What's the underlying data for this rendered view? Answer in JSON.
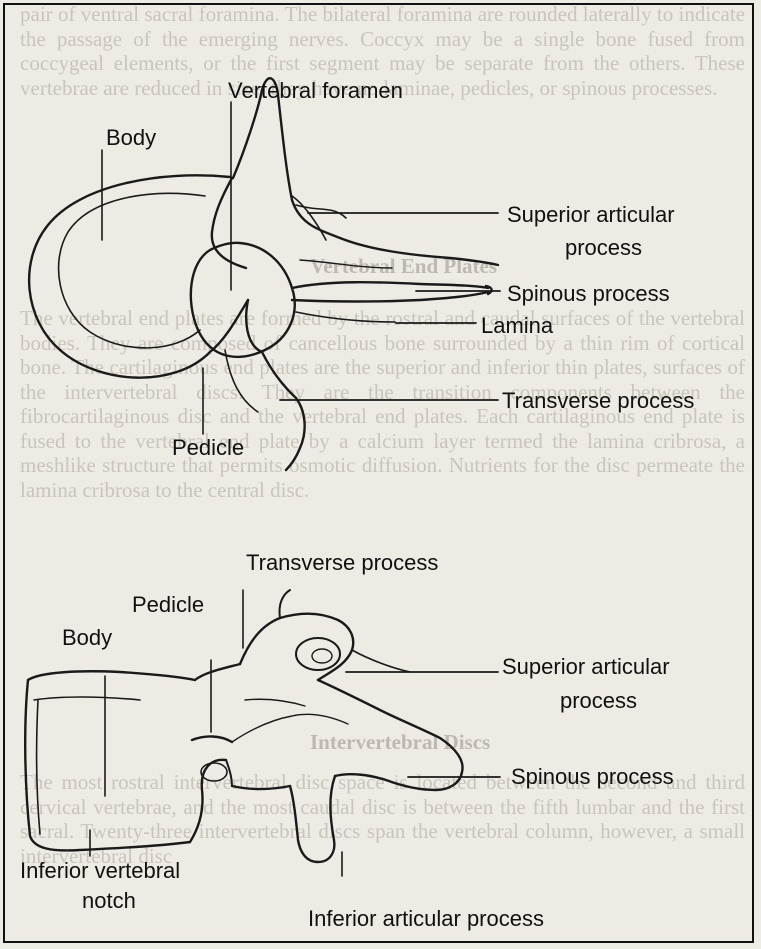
{
  "background_text": {
    "para1": "pair of ventral sacral foramina. The bilateral foramina are rounded laterally to indicate the passage of the emerging nerves. Coccyx may be a single bone fused from coccygeal elements, or the first segment may be separate from the others. These vertebrae are reduced in size, they have no laminae, pedicles, or spinous processes.",
    "heading1": "Vertebral End Plates",
    "para2": "The vertebral end plates are formed by the rostral and caudal surfaces of the vertebral bodies. They are composed of cancellous bone surrounded by a thin rim of cortical bone. The cartilaginous end plates are the superior and inferior thin plates, surfaces of the intervertebral discs. They are the transition components between the fibrocartilaginous disc and the vertebral end plates. Each cartilaginous end plate is fused to the vertebral end plate by a calcium layer termed the lamina cribrosa, a meshlike structure that permits osmotic diffusion. Nutrients for the disc permeate the lamina cribrosa to the central disc.",
    "heading2": "Intervertebral Discs",
    "para3": "The most rostral intervertebral disc space is located between the second and third cervical vertebrae, and the most caudal disc is between the fifth lumbar and the first sacral. Twenty-three intervertebral discs span the vertebral column, however, a small intervertebral disc"
  },
  "top_view": {
    "vertebral_foramen": "Vertebral foramen",
    "body": "Body",
    "superior_articular_process_1": "Superior articular",
    "superior_articular_process_2": "process",
    "spinous_process": "Spinous process",
    "lamina": "Lamina",
    "transverse_process": "Transverse process",
    "pedicle": "Pedicle"
  },
  "side_view": {
    "transverse_process": "Transverse process",
    "pedicle": "Pedicle",
    "body": "Body",
    "superior_articular_process_1": "Superior articular",
    "superior_articular_process_2": "process",
    "spinous_process": "Spinous process",
    "inferior_vertebral_notch_1": "Inferior vertebral",
    "inferior_vertebral_notch_2": "notch",
    "inferior_articular_process": "Inferior articular process"
  }
}
